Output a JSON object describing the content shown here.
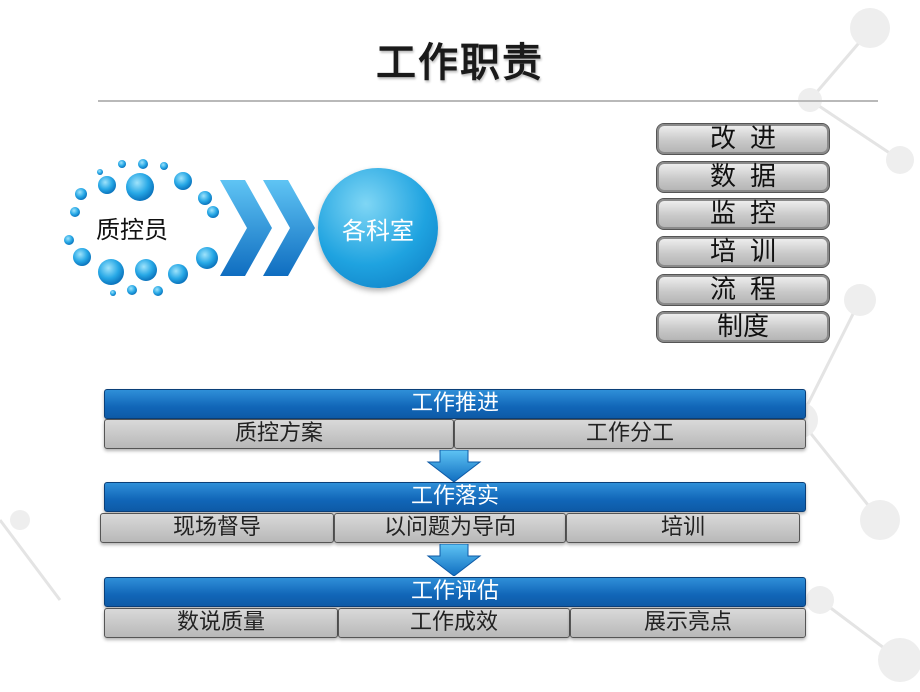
{
  "title": "工作职责",
  "left_diagram": {
    "source_label": "质控员",
    "target_label": "各科室"
  },
  "right_list": [
    "改进",
    "数据",
    "监控",
    "培训",
    "流程",
    "制度"
  ],
  "stages": [
    {
      "header": "工作推进",
      "items": [
        "质控方案",
        "工作分工"
      ]
    },
    {
      "header": "工作落实",
      "items": [
        "现场督导",
        "以问题为导向",
        "培训"
      ]
    },
    {
      "header": "工作评估",
      "items": [
        "数说质量",
        "工作成效",
        "展示亮点"
      ]
    }
  ],
  "colors": {
    "accent_blue": "#1166b8",
    "circle_blue": "#1fa3e0",
    "gray": "#c0c0c0"
  }
}
